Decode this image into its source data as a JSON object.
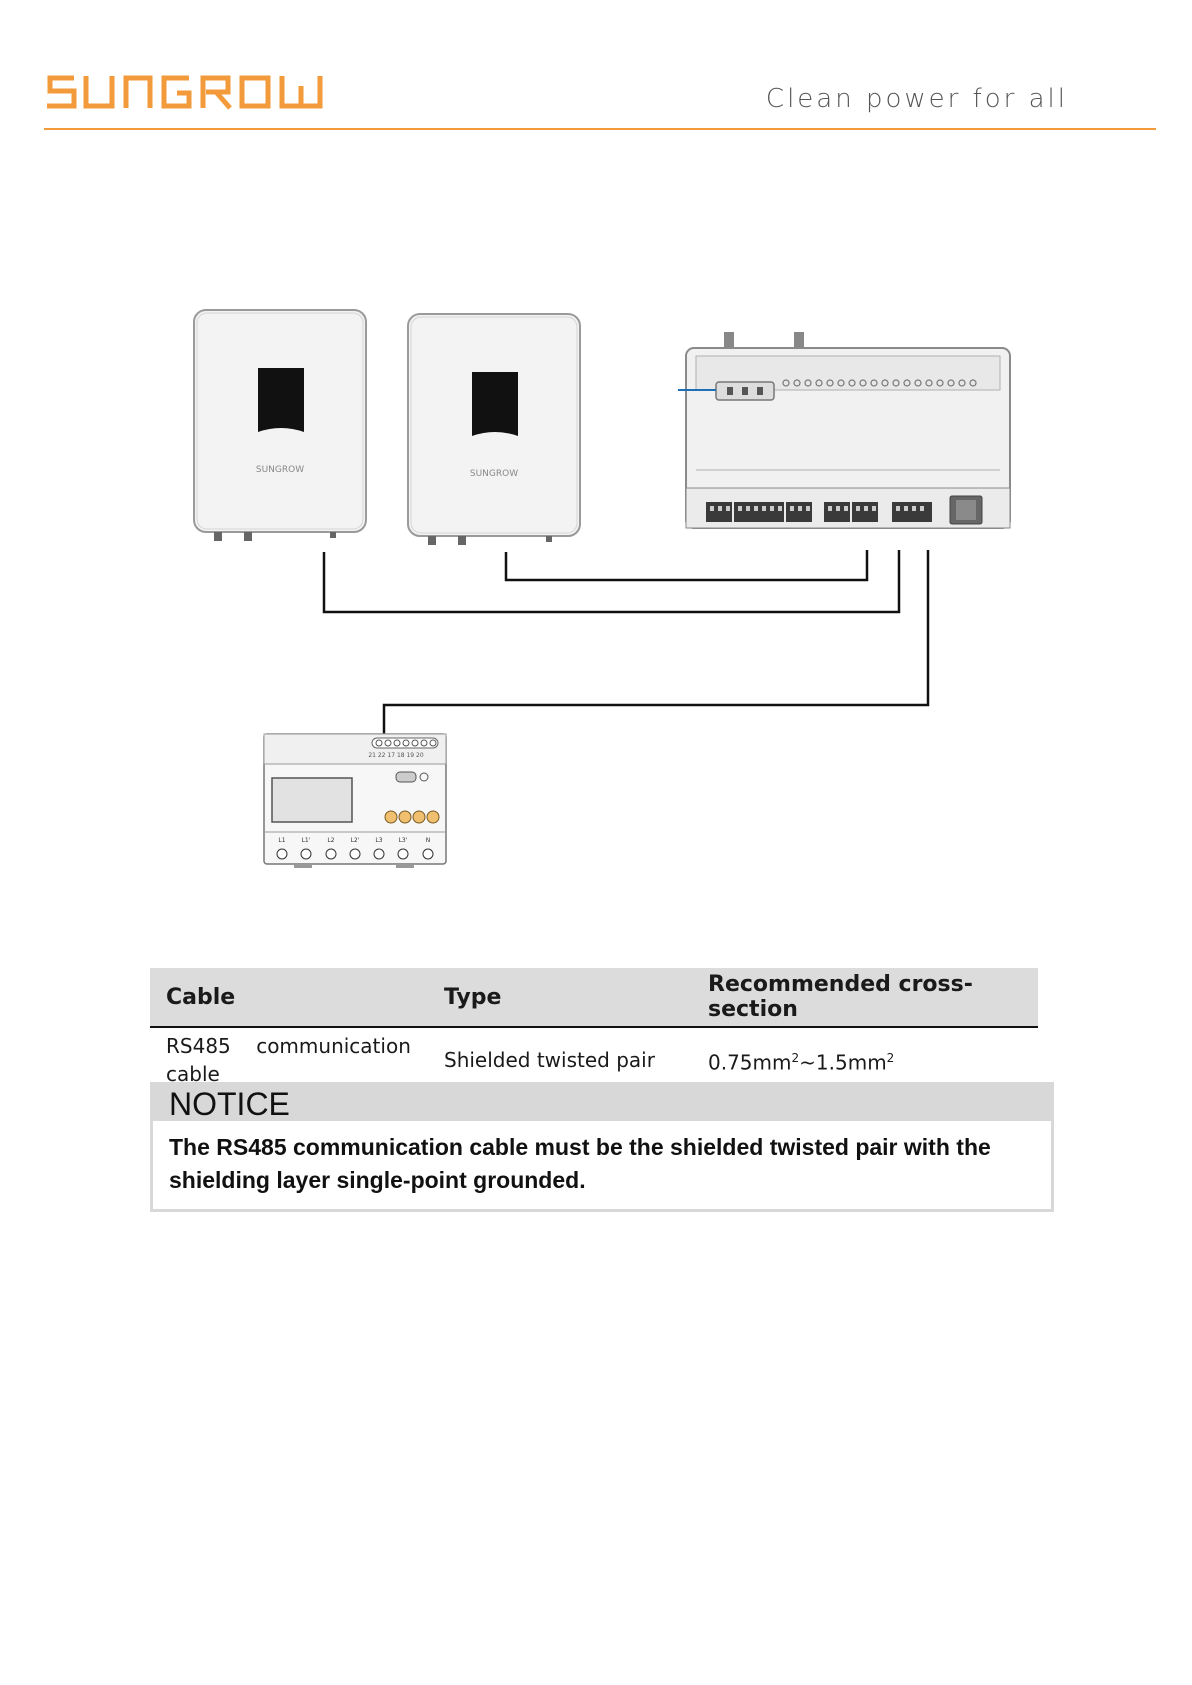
{
  "header": {
    "logo_text": "SUNGROW",
    "tagline": "Clean power for all",
    "accent_color": "#f39a3b"
  },
  "diagram": {
    "inverter_1_brand": "SUNGROW",
    "inverter_2_brand": "SUNGROW",
    "meter_terminal_numbers": "21 22 17 18 19 20",
    "meter_phase_labels": [
      "L1",
      "L1'",
      "L2",
      "L2'",
      "L3",
      "L3'",
      "N"
    ],
    "cable_color": "#111111",
    "indicator_color": "#1f6fb5"
  },
  "table": {
    "headers": [
      "Cable",
      "Type",
      "Recommended cross-section"
    ],
    "rows": [
      {
        "cable": "RS485    communication cable",
        "type": "Shielded twisted pair",
        "cross_section_min": "0.75mm",
        "cross_section_sep": "~1.5mm",
        "exponent": "2"
      }
    ]
  },
  "notice": {
    "title": "NOTICE",
    "text": "The RS485 communication cable must be the shielded twisted pair with the shielding layer single-point grounded."
  }
}
